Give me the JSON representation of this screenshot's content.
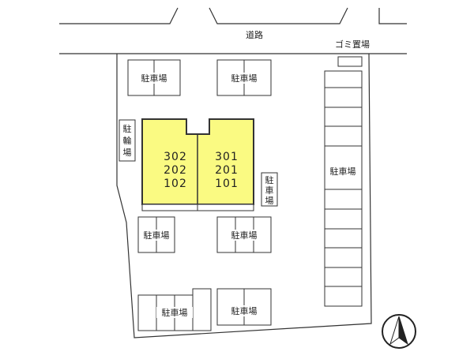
{
  "labels": {
    "road": "道路",
    "garbage": "ゴミ置場",
    "parking": "駐車場",
    "bicycle_parking": [
      "駐",
      "輪",
      "場"
    ],
    "parking_vertical": [
      "駐",
      "車",
      "場"
    ]
  },
  "units": {
    "left": [
      "302",
      "202",
      "102"
    ],
    "right": [
      "301",
      "201",
      "101"
    ]
  },
  "colors": {
    "building": "#fafa82",
    "line": "#333333"
  },
  "icons": {
    "compass": "north-arrow-icon"
  }
}
